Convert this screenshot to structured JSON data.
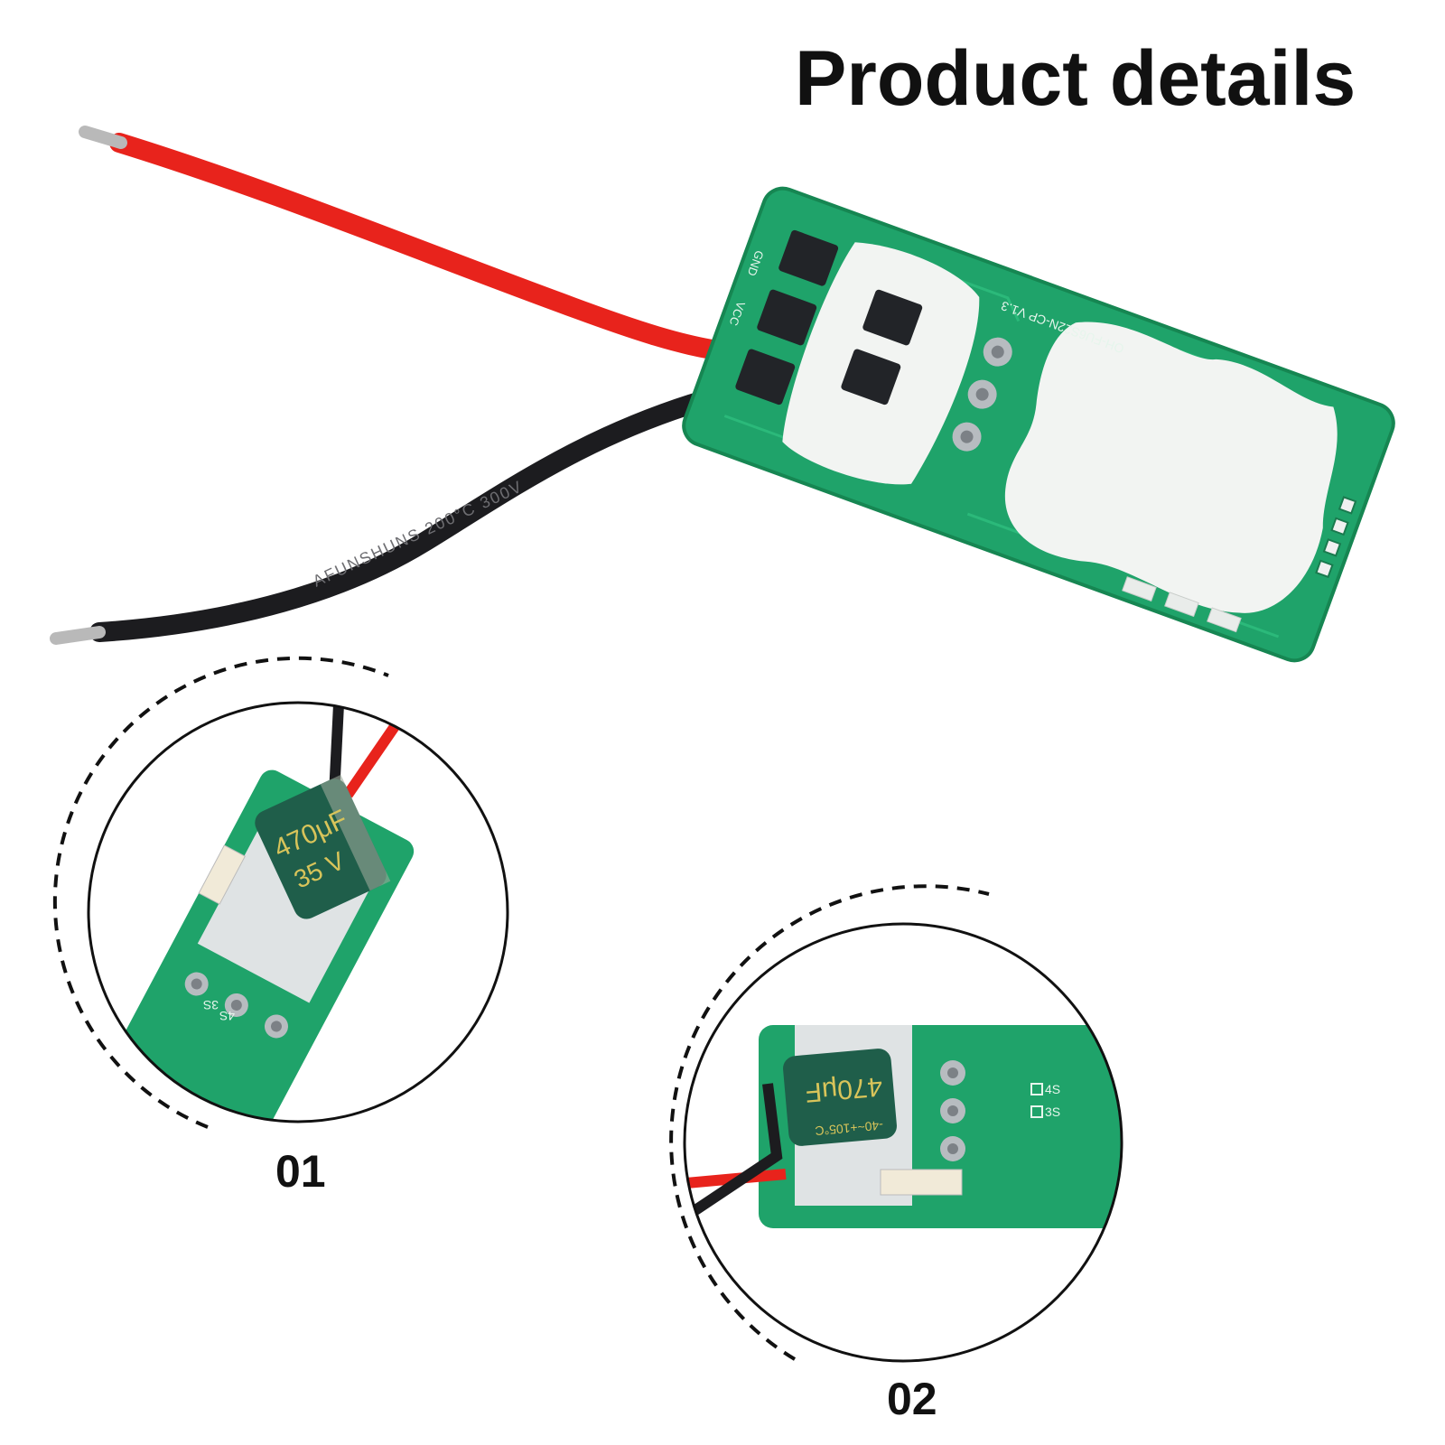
{
  "title": "Product details",
  "board": {
    "silkscreen_model": "OH-FU6S22N-CP V1.3",
    "pin_gnd": "GND",
    "pin_vcc": "VCC",
    "wire_marking": "AFUNSHUNS 200°C 300V"
  },
  "details": [
    {
      "label": "01",
      "capacitor_value": "470μF",
      "capacitor_voltage": "35 V",
      "marking_3s": "3S",
      "marking_4s": "4S"
    },
    {
      "label": "02",
      "capacitor_value": "470μF",
      "capacitor_side_text": "-40~+105°C",
      "marking_4s": "4S",
      "marking_3s": "3S"
    }
  ],
  "colors": {
    "pcb_green": "#1fa36a",
    "red_wire": "#e8231c",
    "black_wire": "#1c1c1f",
    "silicone_white": "#f2f4f2",
    "capacitor_green": "#1f5e4a"
  }
}
